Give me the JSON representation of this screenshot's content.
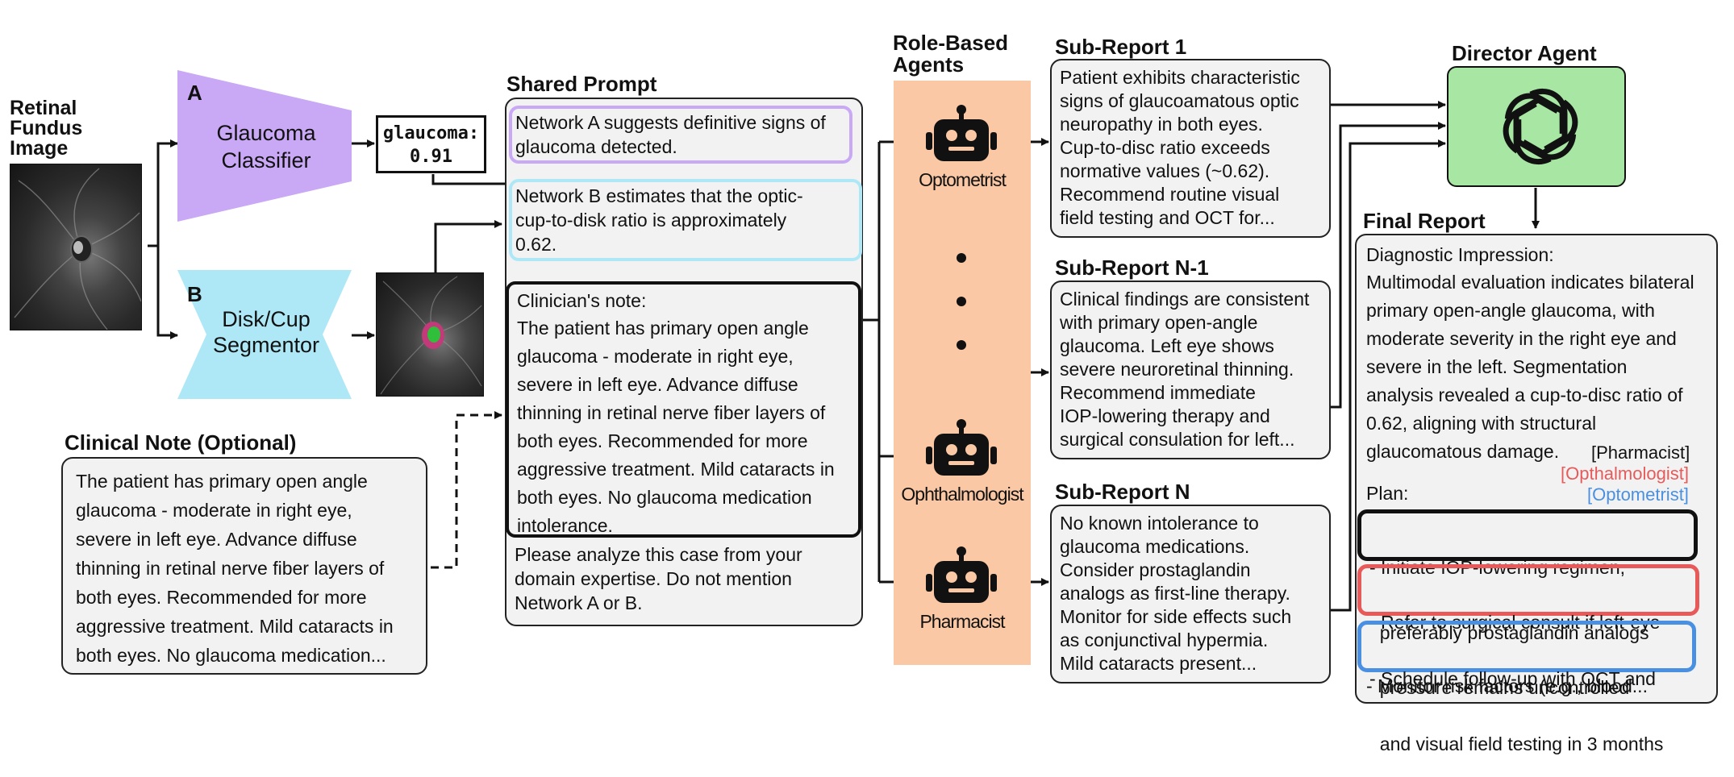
{
  "fundus": {
    "title_lines": [
      "Retinal",
      "Fundus",
      "Image"
    ]
  },
  "classifier": {
    "letter": "A",
    "label_lines": [
      "Glaucoma",
      "Classifier"
    ],
    "color": "#c9a8f5",
    "output_lines": [
      "glaucoma:",
      "0.91"
    ]
  },
  "segmentor": {
    "letter": "B",
    "label_lines": [
      "Disk/Cup",
      "Segmentor"
    ],
    "color": "#aee8f7"
  },
  "clinical_note": {
    "title": "Clinical Note (Optional)",
    "lines": [
      "The patient has primary open angle",
      "glaucoma - moderate in right eye,",
      "severe in left eye. Advance diffuse",
      "thinning in retinal nerve fiber layers of",
      "both eyes. Recommended for more",
      "aggressive treatment. Mild cataracts in",
      "both eyes. No glaucoma medication..."
    ]
  },
  "shared_prompt": {
    "title": "Shared Prompt",
    "network_a_lines": [
      "Network A suggests definitive signs of",
      "glaucoma detected."
    ],
    "network_b_lines": [
      "Network B estimates that the optic-",
      "cup-to-disk ratio is approximately",
      "0.62."
    ],
    "clinician_title": "Clinician's note:",
    "clinician_lines": [
      "The patient has primary open angle",
      "glaucoma - moderate in right eye,",
      "severe in left eye. Advance diffuse",
      "thinning in retinal nerve fiber layers of",
      "both eyes. Recommended for more",
      "aggressive treatment. Mild cataracts in",
      "both eyes. No glaucoma medication",
      "intolerance."
    ],
    "instruction_lines": [
      "Please analyze this case from your",
      "domain expertise. Do not mention",
      "Network A or B."
    ]
  },
  "agents": {
    "title_lines": [
      "Role-Based",
      "Agents"
    ],
    "color": "#fac8a4",
    "items": [
      {
        "label": "Optometrist"
      },
      {
        "label": "Ophthalmologist"
      },
      {
        "label": "Pharmacist"
      }
    ]
  },
  "subreports": [
    {
      "title": "Sub-Report 1",
      "lines": [
        "Patient exhibits characteristic",
        "signs of glaucoamatous optic",
        "neuropathy in both eyes.",
        "Cup-to-disc ratio exceeds",
        "normative values (~0.62).",
        "Recommend routine visual",
        "field testing and OCT for..."
      ]
    },
    {
      "title": "Sub-Report N-1",
      "lines": [
        "Clinical findings are consistent",
        "with primary open-angle",
        "glaucoma. Left eye shows",
        "severe neuroretinal thinning.",
        "Recommend immediate",
        "IOP-lowering therapy and",
        "surgical consulation for left..."
      ]
    },
    {
      "title": "Sub-Report N",
      "lines": [
        "No known intolerance to",
        "glaucoma medications.",
        "Consider prostaglandin",
        "analogs as first-line therapy.",
        "Monitor for side effects such",
        "as conjunctival hypermia.",
        "Mild cataracts present..."
      ]
    }
  ],
  "director": {
    "title": "Director Agent",
    "color": "#a8e6a3"
  },
  "final_report": {
    "title": "Final Report",
    "impression_title": "Diagnostic Impression:",
    "impression_lines": [
      "Multimodal evaluation indicates bilateral",
      "primary open-angle glaucoma, with",
      "moderate severity in the right eye and",
      "severe in the left. Segmentation",
      "analysis revealed a cup-to-disc ratio of",
      "0.62, aligning with structural",
      "glaucomatous damage."
    ],
    "tags": [
      {
        "label": "[Pharmacist]",
        "color": "#111111"
      },
      {
        "label": "[Opthalmologist]",
        "color": "#e85a5a"
      },
      {
        "label": "[Optometrist]",
        "color": "#4a90e2"
      }
    ],
    "plan_title": "Plan:",
    "plan_items": [
      {
        "lines": [
          "- Initiate IOP-lowering regimen,",
          "  preferably prostaglandin analogs"
        ],
        "color": "#111111"
      },
      {
        "lines": [
          "- Refer to surgical consult if left-eye",
          "  pressure remains uncontrolled"
        ],
        "color": "#e85a5a"
      },
      {
        "lines": [
          "- Schedule follow-up with OCT and",
          "  and visual field testing in 3 months"
        ],
        "color": "#4a90e2"
      }
    ],
    "last_item": "- Monitor risk factors (e.g., blood..."
  }
}
